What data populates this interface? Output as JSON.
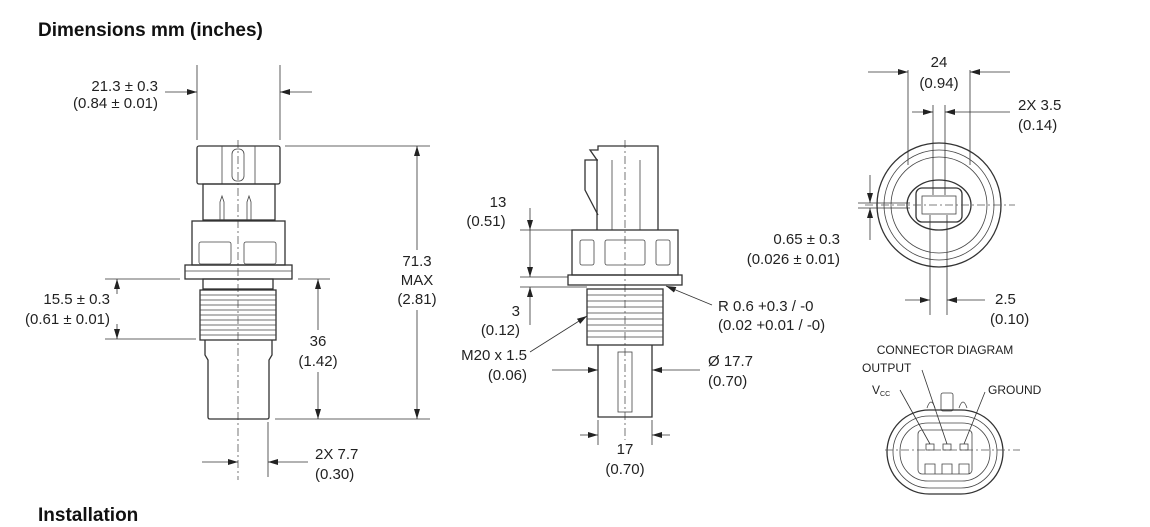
{
  "headings": {
    "dimensions": "Dimensions mm (inches)",
    "installation": "Installation"
  },
  "side_view": {
    "width_top": {
      "mm": "21.3 ± 0.3",
      "in": "(0.84 ± 0.01)"
    },
    "total_height": {
      "mm": "71.3",
      "note": "MAX",
      "in": "(2.81)"
    },
    "probe_length": {
      "mm": "36",
      "in": "(1.42)"
    },
    "thread_length": {
      "mm": "15.5 ± 0.3",
      "in": "(0.61 ± 0.01)"
    },
    "probe_offset": {
      "mm": "2X 7.7",
      "in": "(0.30)"
    }
  },
  "front_view": {
    "hex_height": {
      "mm": "13",
      "in": "(0.51)"
    },
    "gap": {
      "mm": "3",
      "in": "(0.12)"
    },
    "thread": {
      "mm": "M20 x 1.5",
      "in": "(0.06)"
    },
    "radius": {
      "mm": "R 0.6 +0.3 / -0",
      "in": "(0.02 +0.01 / -0)"
    },
    "probe_dia": {
      "mm": "Ø 17.7",
      "in": "(0.70)"
    },
    "hex_flats": {
      "mm": "17",
      "in": "(0.70)"
    }
  },
  "top_view": {
    "width": {
      "mm": "24",
      "in": "(0.94)"
    },
    "pin_spacing": {
      "mm": "2X 3.5",
      "in": "(0.14)"
    },
    "pin_thickness": {
      "mm": "0.65 ± 0.3",
      "in": "(0.026 ± 0.01)"
    },
    "pin_width": {
      "mm": "2.5",
      "in": "(0.10)"
    }
  },
  "connector_diagram": {
    "title": "CONNECTOR DIAGRAM",
    "pins": {
      "output": "OUTPUT",
      "vcc": "V",
      "vcc_sub": "CC",
      "ground": "GROUND"
    }
  }
}
